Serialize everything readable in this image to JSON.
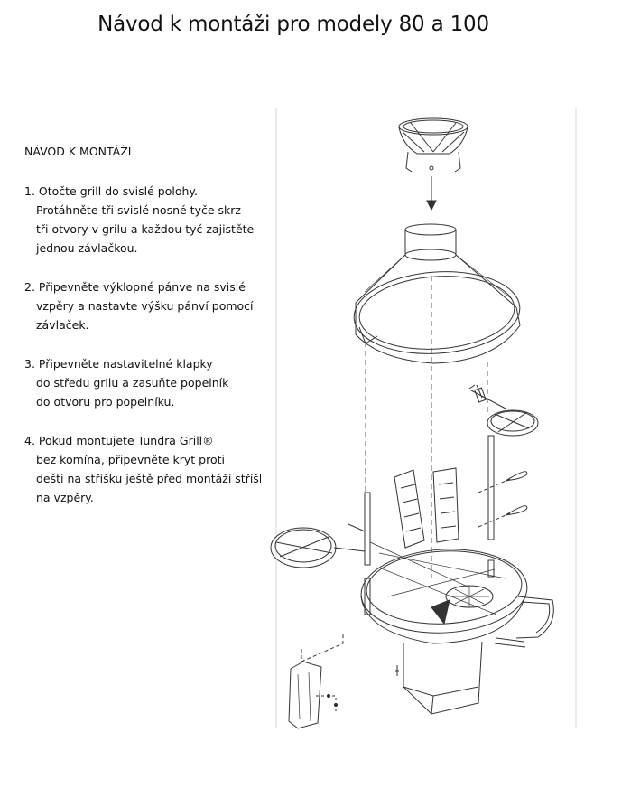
{
  "header": {
    "title": "Návod k montáži pro modely 80 a 100"
  },
  "instructions": {
    "heading": "NÁVOD K MONTÁŽI",
    "steps": [
      {
        "lines": [
          "1. Otočte grill do svislé polohy.",
          "Protáhněte tři svislé nosné tyče skrz",
          "tři otvory v grilu a každou tyč zajistěte",
          "jednou závlačkou."
        ]
      },
      {
        "lines": [
          "2. Připevněte výklopné pánve na svislé",
          "vzpěry a nastavte výšku pánví pomocí",
          "závlaček."
        ]
      },
      {
        "lines": [
          "3. Připevněte nastavitelné klapky",
          "do středu grilu a zasuňte popelník",
          "do otvoru pro popelníku."
        ]
      },
      {
        "lines": [
          "4. Pokud montujete Tundra Grill®",
          "bez komína, připevněte kryt proti",
          "dešti na stříšku ještě před montáží stříšk",
          "na vzpěry."
        ]
      }
    ]
  },
  "diagram": {
    "line_color": "#333333"
  }
}
